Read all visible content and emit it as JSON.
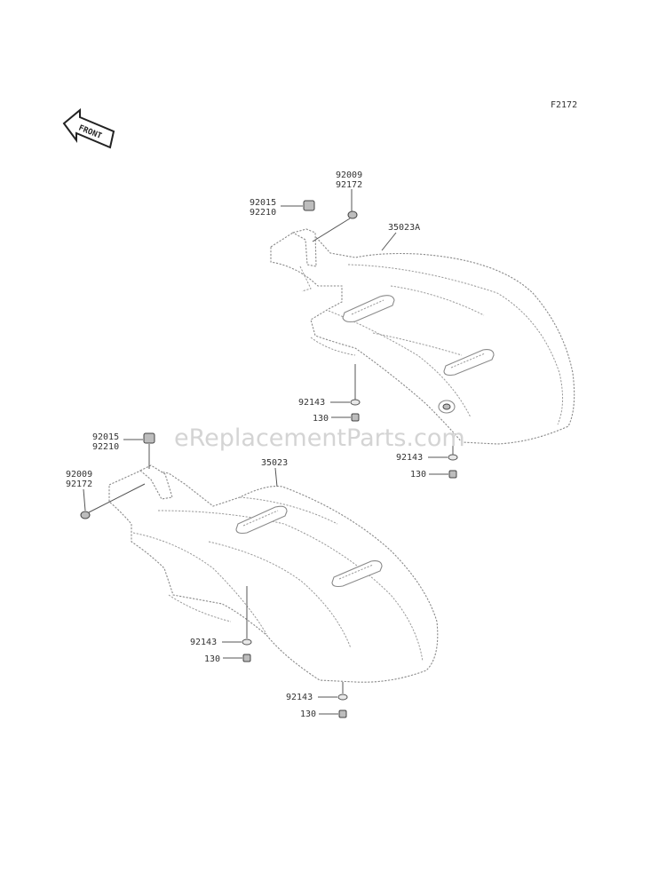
{
  "diagram": {
    "code": "F2172",
    "front_label": "FRONT",
    "watermark": "eReplacementParts.com"
  },
  "colors": {
    "line": "#8a8a8a",
    "text": "#333333",
    "watermark": "#d4d4d4"
  },
  "parts": {
    "upper": {
      "body": "35023A",
      "clip_a": "92015",
      "clip_b": "92210",
      "bolt_a": "92009",
      "bolt_b": "92172",
      "washer_1": "92143",
      "screw_1": "130",
      "washer_2": "92143",
      "screw_2": "130"
    },
    "lower": {
      "body": "35023",
      "clip_a": "92015",
      "clip_b": "92210",
      "bolt_a": "92009",
      "bolt_b": "92172",
      "washer_1": "92143",
      "screw_1": "130",
      "washer_2": "92143",
      "screw_2": "130"
    }
  }
}
